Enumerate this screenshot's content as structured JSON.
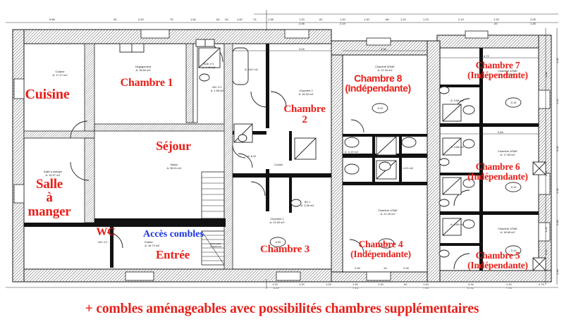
{
  "document": {
    "type": "architectural-floor-plan",
    "caption": "+ combles aménageables avec possibilités chambres supplémentaires"
  },
  "colors": {
    "red_label": "#e8201a",
    "blue_label": "#1a35e0",
    "wall": "#1a1a1a",
    "paper": "#ffffff"
  },
  "red_labels": [
    {
      "name": "cuisine",
      "text": "Cuisine"
    },
    {
      "name": "salle-a-manger",
      "line1": "Salle",
      "line2": "à",
      "line3": "manger"
    },
    {
      "name": "chambre-1",
      "text": "Chambre 1"
    },
    {
      "name": "sejour",
      "text": "Séjour"
    },
    {
      "name": "wc",
      "text": "WC"
    },
    {
      "name": "entree",
      "text": "Entrée"
    },
    {
      "name": "chambre-2",
      "line1": "Chambre",
      "line2": "2"
    },
    {
      "name": "chambre-3",
      "text": "Chambre 3"
    },
    {
      "name": "chambre-8",
      "line1": "Chambre 8",
      "line2": "(Indépendante)"
    },
    {
      "name": "chambre-4",
      "line1": "Chambre 4",
      "line2": "(Indépendante)"
    },
    {
      "name": "chambre-7",
      "line1": "Chambre 7",
      "line2": "(Indépendante)"
    },
    {
      "name": "chambre-6",
      "line1": "Chambre 6",
      "line2": "(Indépendante)"
    },
    {
      "name": "chambre-5",
      "line1": "Chambre 5",
      "line2": "(Indépendante)"
    }
  ],
  "blue_labels": [
    {
      "name": "acces-combles",
      "text": "Accès combles"
    }
  ],
  "rooms": [
    {
      "name": "cuisine",
      "label": "Cuisine",
      "area": "A: 17.27 m2"
    },
    {
      "name": "degagement",
      "label": "Dégagement",
      "area": "A: 18.50 m2"
    },
    {
      "name": "sde-1",
      "label": "SDE n°1",
      "area": "A: 4.49 m2"
    },
    {
      "name": "wc-1",
      "label": "WC n°1",
      "area": "A: 1.55 m2"
    },
    {
      "name": "salle-a-manger",
      "label": "Salle à manger",
      "area": "A: 24.97 m2"
    },
    {
      "name": "sejour",
      "label": "Séjour",
      "area": "A: 38.91 m2"
    },
    {
      "name": "entree",
      "label": "Entrée",
      "area": "A: 16.72 m2"
    },
    {
      "name": "wc-2",
      "label": "WC n°1",
      "area": ""
    },
    {
      "name": "chambre-2-plan",
      "label": "Chambre 2",
      "area": "A: 16.40 m2"
    },
    {
      "name": "sde-small-567",
      "label": "",
      "area": "A: 5.67 m2"
    },
    {
      "name": "couloir",
      "label": "Couloir",
      "area": ""
    },
    {
      "name": "couloir-641",
      "label": "",
      "area": "A: 6.41"
    },
    {
      "name": "sd-1",
      "label": "SD 1",
      "area": "A: 3.06 m2"
    },
    {
      "name": "chambre-1-plan",
      "label": "Chambre 1",
      "area": "A: 21.69 m2"
    },
    {
      "name": "chambre-5-sde",
      "label": "Chambre 5/SdE",
      "area": "A: 21.34 m2"
    },
    {
      "name": "sde-419",
      "label": "",
      "area": "A: 4.19 m2"
    },
    {
      "name": "sde-421",
      "label": "",
      "area": "A: 4.21 m2"
    },
    {
      "name": "chambre-1-sde",
      "label": "Chambre 1/SdE",
      "area": "A: 21.49 m2"
    },
    {
      "name": "chambre-4-sde",
      "label": "Chambre 4/SdE",
      "area": "A: 16.55 m2"
    },
    {
      "name": "sde-368-a",
      "label": "",
      "area": "A: 3.68 m2"
    },
    {
      "name": "chambre-3-sde",
      "label": "Chambre 3/SdE",
      "area": "A: 17.55 m2"
    },
    {
      "name": "sde-368-b",
      "label": "",
      "area": "A: 3.68 m2"
    },
    {
      "name": "chambre-2-sde",
      "label": "Chambre 2/SdE",
      "area": "A: 16.66 m2"
    },
    {
      "name": "sde-369",
      "label": "",
      "area": "A: 3.69 m2"
    }
  ],
  "ceiling_marks": [
    {
      "name": "ceiling-height-chambre-8",
      "text": "-0.10"
    },
    {
      "name": "ceiling-height-chambre-4",
      "text": "-0.10"
    },
    {
      "name": "ceiling-height-chambre-7",
      "text": "-0.10"
    },
    {
      "name": "ceiling-height-chambre-6",
      "text": "-0.10"
    },
    {
      "name": "ceiling-height-chambre-5",
      "text": "-0.10"
    },
    {
      "name": "ceiling-height-chambre-3",
      "text": "-0.90"
    }
  ],
  "stair_note": {
    "name": "escalier-note",
    "text": "ESCALIER\\nA DEMOLIR"
  },
  "dimensions": {
    "top_row": [
      "5.86",
      ".90",
      "2.20",
      ".75",
      "1.64",
      ".60",
      ".26",
      "1.60",
      ".74",
      "1.38",
      "1.20",
      ".81",
      "1.20",
      "1.20",
      ".66",
      "1.20",
      "1.23",
      "2.19",
      "1.20",
      "2.05"
    ],
    "top_row2": [
      "2.05",
      "2.19",
      ".20",
      "1.25"
    ],
    "bottom_row": [
      "1.23",
      "1.20",
      "1.03",
      "1.20",
      "1.20",
      ".62",
      "1.20",
      "3.34",
      "1.20",
      "2.79"
    ],
    "bottom_row2": [
      "5.67",
      "2.19",
      "1.20",
      "11.04",
      "1.20"
    ],
    "inner_top": [
      "3.04",
      "4.36",
      "3.04"
    ],
    "inner_mid": [
      "4.72",
      "3.54",
      "2.09",
      ".15",
      "2.09"
    ],
    "right_col": [
      "1.40",
      "2.15",
      "1.00",
      "3.00",
      "2.12",
      "1.40",
      "2.00",
      "1.20",
      "2.15",
      "1.40"
    ],
    "right_col2": [
      "2.00",
      "3.00",
      "2.10"
    ]
  }
}
